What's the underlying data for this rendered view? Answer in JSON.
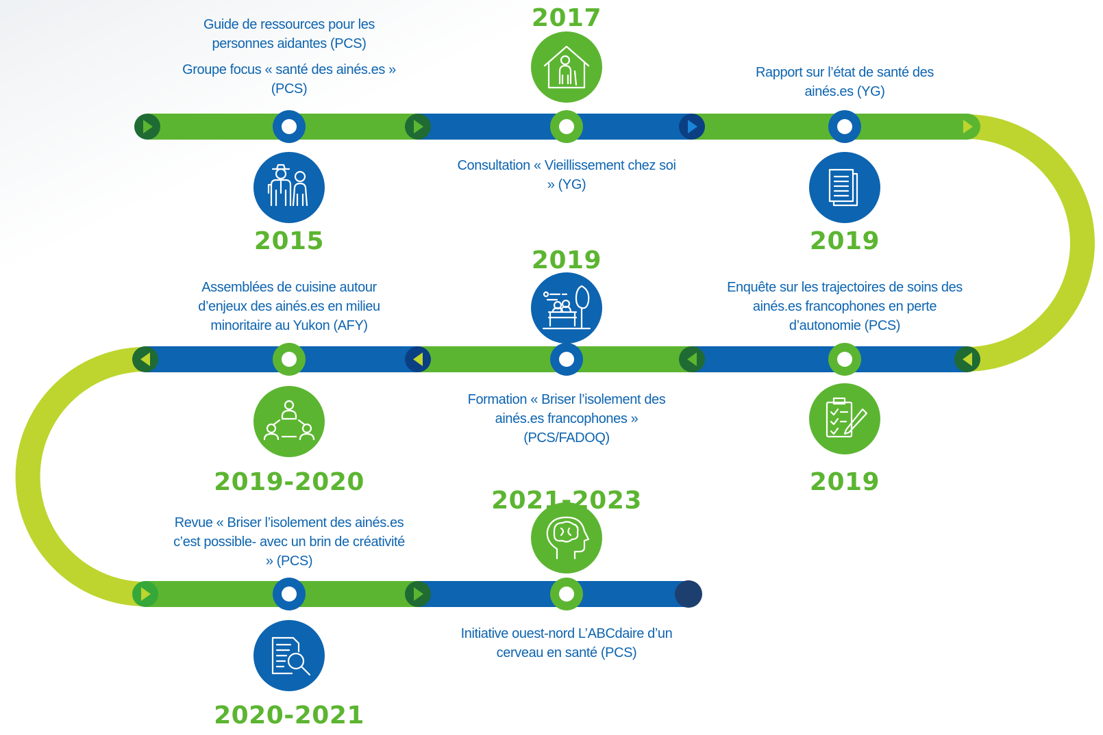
{
  "colors": {
    "green": "#5cb531",
    "blue": "#0d64b0",
    "lime": "#bdd52e",
    "dark_green": "#1f6b33",
    "dark_blue": "#0b3f83",
    "end_cap": "#1d3f70"
  },
  "milestones": [
    {
      "year": "2015",
      "icon": "elderly-couple-icon",
      "lines": [
        "Guide de ressources pour les personnes aidantes (PCS)",
        "Groupe focus « santé des ainés.es » (PCS)"
      ]
    },
    {
      "year": "2017",
      "icon": "home-elder-icon",
      "lines": [
        "Consultation « Vieillissement chez soi » (YG)"
      ]
    },
    {
      "year": "2019",
      "icon": "document-icon",
      "lines": [
        "Rapport sur l’état de santé des ainés.es (YG)"
      ]
    },
    {
      "year": "2019",
      "icon": "clipboard-checklist-icon",
      "lines": [
        "Enquête sur les trajectoires de soins des ainés.es francophones en perte d’autonomie (PCS)"
      ]
    },
    {
      "year": "2019",
      "icon": "seniors-park-bench-icon",
      "lines": [
        "Formation « Briser l’isolement des ainés.es francophones » (PCS/FADOQ)"
      ]
    },
    {
      "year": "2019-2020",
      "icon": "group-discussion-icon",
      "lines": [
        "Assemblées de cuisine autour d’enjeux des ainés.es en milieu minoritaire au Yukon (AFY)"
      ]
    },
    {
      "year": "2020-2021",
      "icon": "document-magnifier-icon",
      "lines": [
        "Revue « Briser l’isolement des ainés.es c’est possible- avec un brin de créativité » (PCS)"
      ]
    },
    {
      "year": "2021-2023",
      "icon": "brain-head-icon",
      "lines": [
        "Initiative ouest-nord L’ABCdaire d’un cerveau en santé (PCS)"
      ]
    }
  ]
}
